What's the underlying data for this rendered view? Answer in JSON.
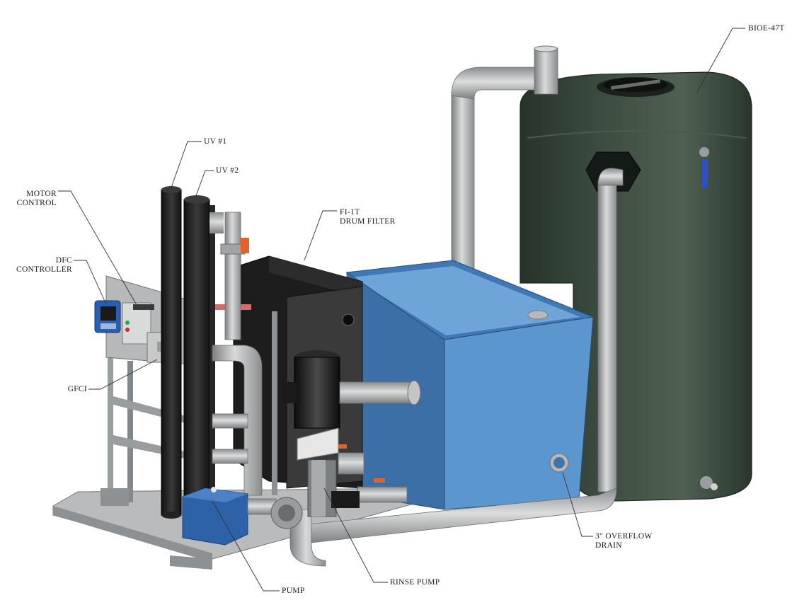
{
  "labels": {
    "bioe": "BIOE-47T",
    "uv1": "UV #1",
    "uv2": "UV #2",
    "motor_control_line1": "MOTOR",
    "motor_control_line2": "CONTROL",
    "drum_filter_line1": "FI-1T",
    "drum_filter_line2": "DRUM FILTER",
    "dfc_line1": "DFC",
    "dfc_line2": "CONTROLLER",
    "gfci": "GFCI",
    "overflow_line1": "3\" OVERFLOW",
    "overflow_line2": "DRAIN",
    "pump": "PUMP",
    "rinse_pump": "RINSE PUMP"
  },
  "colors": {
    "tank": "#2f3d33",
    "sump": "#5b96cf",
    "pipe": "#a9acae",
    "uv": "#1e1e1e",
    "frame": "#9a9da0",
    "valve": "#e2632e"
  }
}
